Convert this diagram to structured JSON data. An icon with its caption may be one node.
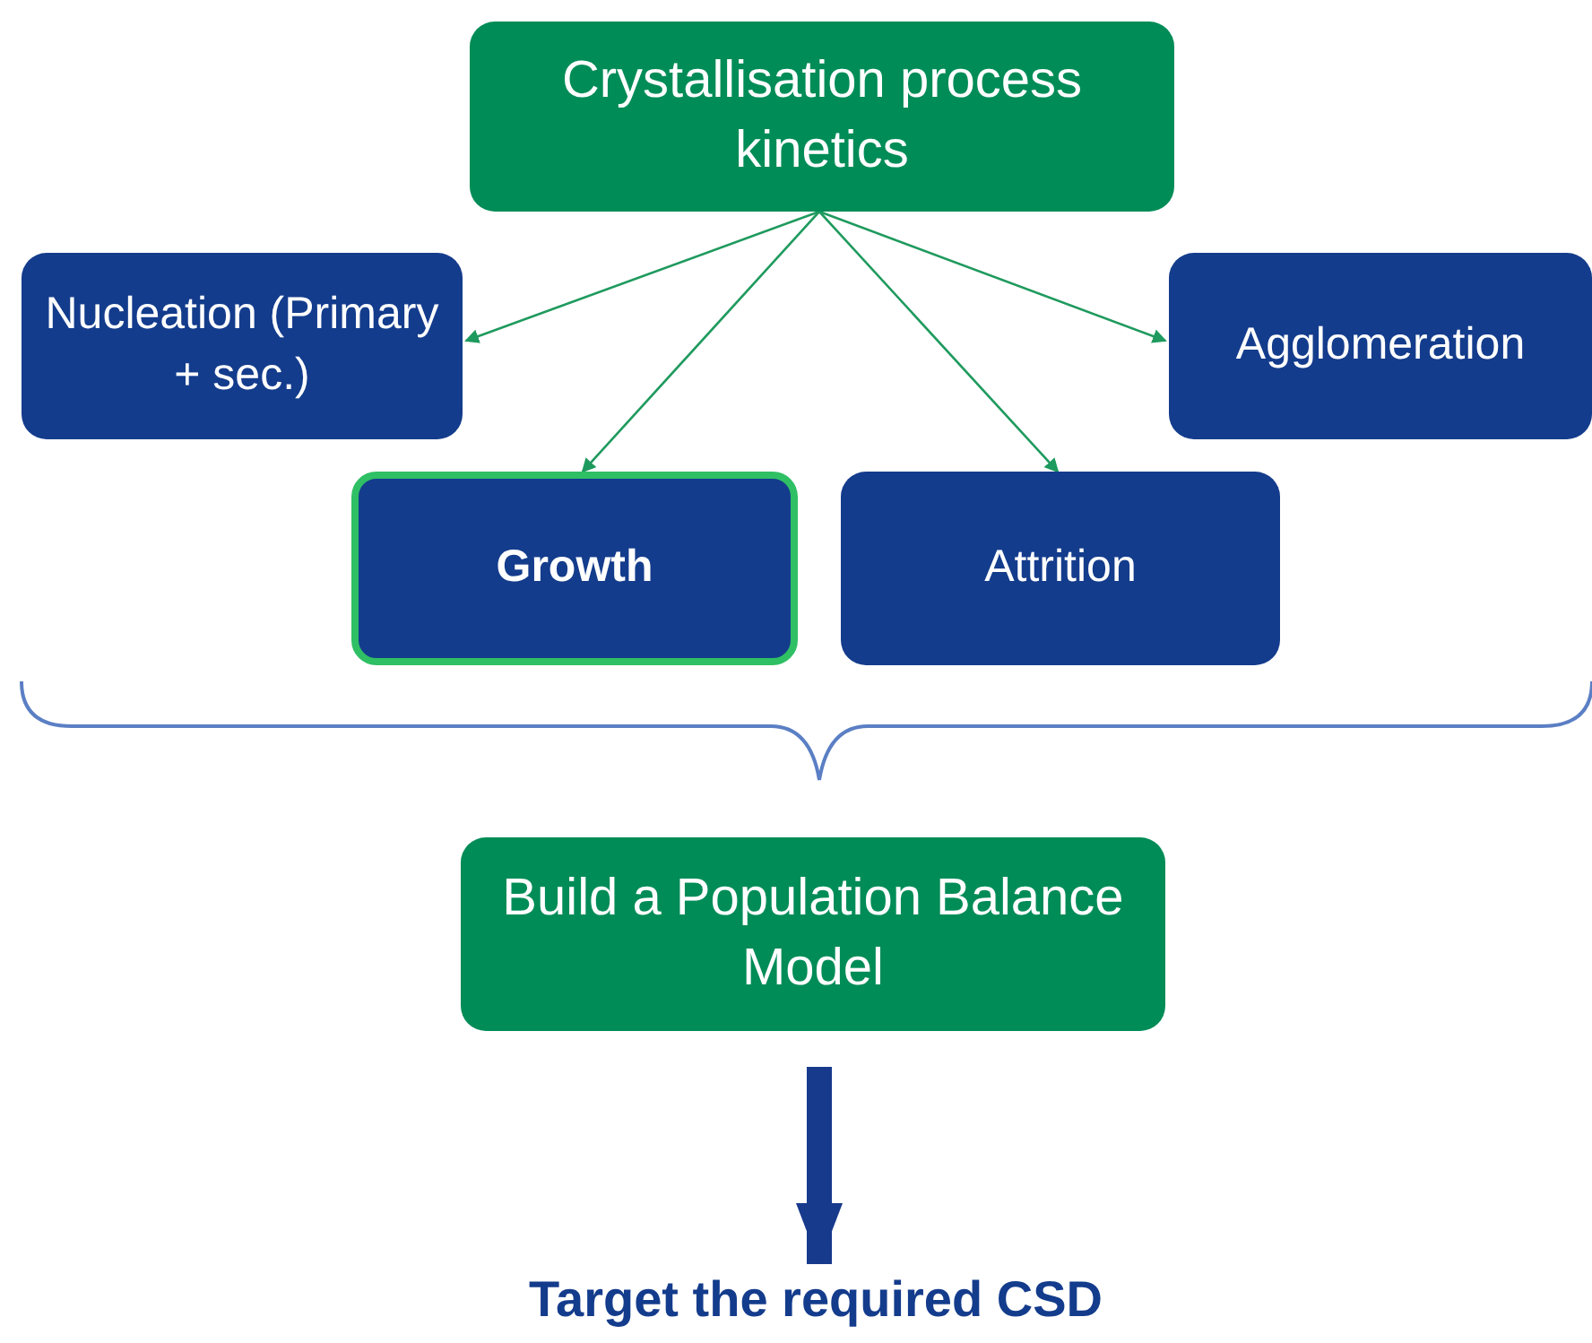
{
  "diagram": {
    "nodes": [
      {
        "text": [
          "Crystallisation process kinetics"
        ]
      },
      {
        "text": [
          "Nucleation (Primary + sec.)"
        ]
      },
      {
        "text": [
          "Agglomeration"
        ]
      },
      {
        "text": [
          "Growth"
        ]
      },
      {
        "text": [
          "Attrition"
        ]
      },
      {
        "text": [
          "Build a Population Balance Model"
        ]
      },
      {
        "text": [
          "Target the required CSD"
        ]
      }
    ],
    "edges": [
      {
        "from": 0,
        "to": 1,
        "arrow": "to"
      },
      {
        "from": 0,
        "to": 3,
        "arrow": "to"
      },
      {
        "from": 0,
        "to": 4,
        "arrow": "to"
      },
      {
        "from": 0,
        "to": 2,
        "arrow": "to"
      },
      {
        "from": 5,
        "to": 6,
        "arrow": "to",
        "style": "thick",
        "color": "#173a8c"
      }
    ]
  }
}
